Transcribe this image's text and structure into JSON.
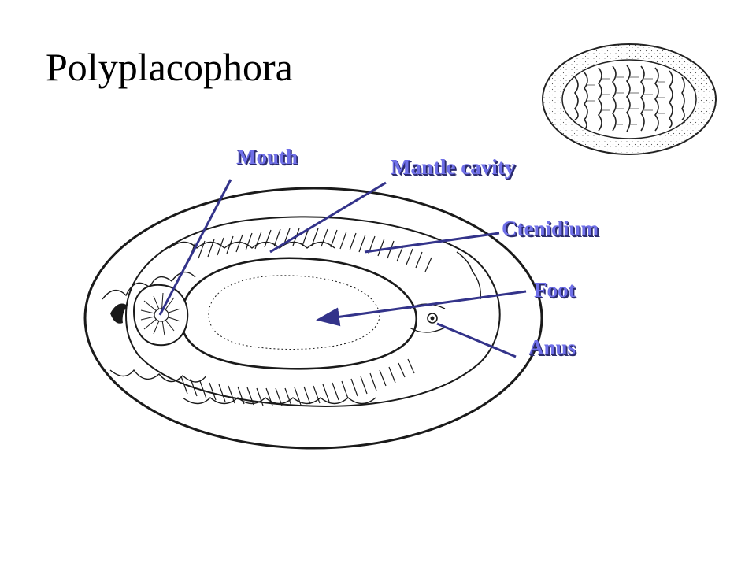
{
  "title": "Polyplacophora",
  "labels": {
    "mouth": "Mouth",
    "mantle_cavity": "Mantle cavity",
    "ctenidium": "Ctenidium",
    "foot": "Foot",
    "anus": "Anus"
  },
  "colors": {
    "label_fill": "#6f6fe8",
    "label_shadow": "#2b2b6e",
    "leader_line": "#33338a",
    "drawing_ink": "#1a1a1a"
  }
}
